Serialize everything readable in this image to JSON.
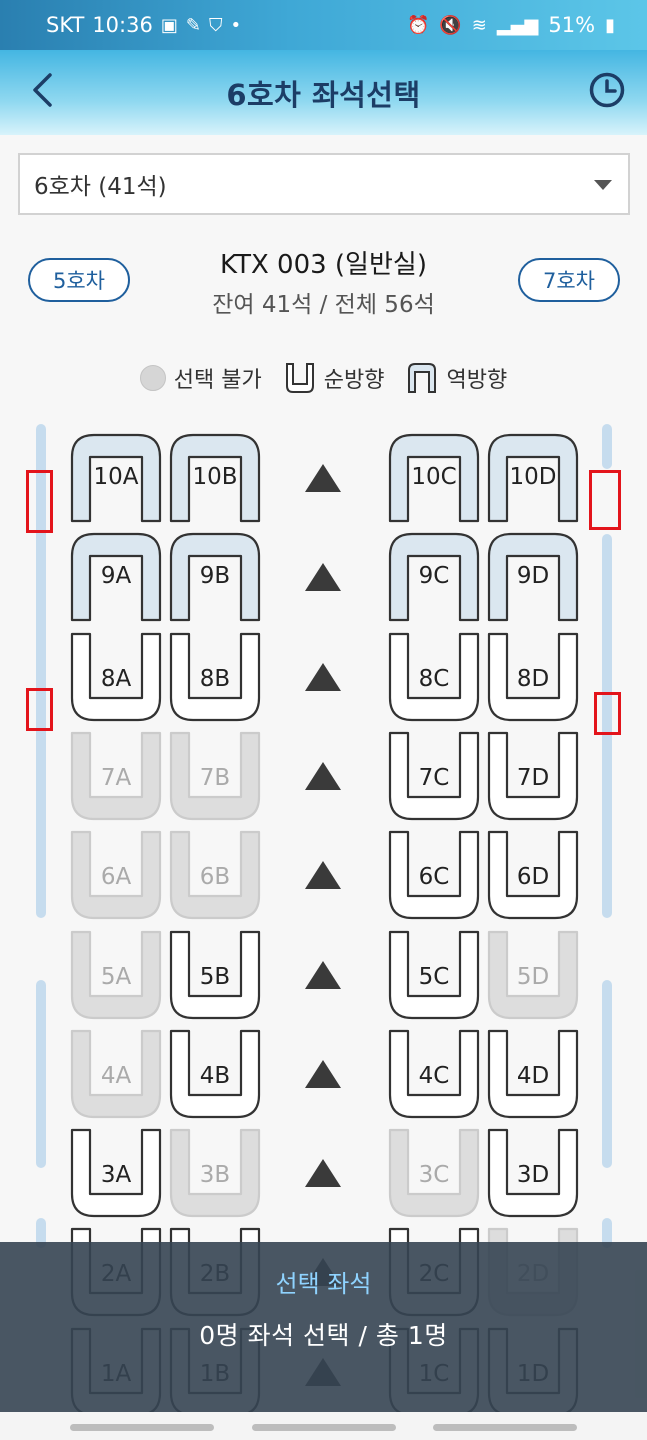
{
  "status_bar": {
    "carrier": "SKT",
    "time": "10:36",
    "battery": "51%"
  },
  "header": {
    "title": "6호차 좌석선택",
    "back_icon": "chevron-left-icon",
    "history_icon": "clock-icon"
  },
  "car_select": {
    "value": "6호차 (41석)"
  },
  "train": {
    "prev_car": "5호차",
    "next_car": "7호차",
    "name": "KTX 003 (일반실)",
    "seats": "잔여 41석 / 전체 56석"
  },
  "legend": {
    "unavailable": "선택 불가",
    "forward": "순방향",
    "reverse": "역방향"
  },
  "colors": {
    "reverse_fill": "#dbe7f0",
    "available_fill": "#ffffff",
    "unavailable_fill": "#dddddd",
    "window_marker": "#e3141b",
    "accent": "#1f5f9d"
  },
  "rows": [
    {
      "seats": [
        {
          "id": "10A",
          "state": "reverse"
        },
        {
          "id": "10B",
          "state": "reverse"
        },
        {
          "id": "10C",
          "state": "reverse"
        },
        {
          "id": "10D",
          "state": "reverse"
        }
      ]
    },
    {
      "seats": [
        {
          "id": "9A",
          "state": "reverse"
        },
        {
          "id": "9B",
          "state": "reverse"
        },
        {
          "id": "9C",
          "state": "reverse"
        },
        {
          "id": "9D",
          "state": "reverse"
        }
      ]
    },
    {
      "seats": [
        {
          "id": "8A",
          "state": "forward"
        },
        {
          "id": "8B",
          "state": "forward"
        },
        {
          "id": "8C",
          "state": "forward"
        },
        {
          "id": "8D",
          "state": "forward"
        }
      ]
    },
    {
      "seats": [
        {
          "id": "7A",
          "state": "unavailable"
        },
        {
          "id": "7B",
          "state": "unavailable"
        },
        {
          "id": "7C",
          "state": "forward"
        },
        {
          "id": "7D",
          "state": "forward"
        }
      ]
    },
    {
      "seats": [
        {
          "id": "6A",
          "state": "unavailable"
        },
        {
          "id": "6B",
          "state": "unavailable"
        },
        {
          "id": "6C",
          "state": "forward"
        },
        {
          "id": "6D",
          "state": "forward"
        }
      ]
    },
    {
      "seats": [
        {
          "id": "5A",
          "state": "unavailable"
        },
        {
          "id": "5B",
          "state": "forward"
        },
        {
          "id": "5C",
          "state": "forward"
        },
        {
          "id": "5D",
          "state": "unavailable"
        }
      ]
    },
    {
      "seats": [
        {
          "id": "4A",
          "state": "unavailable"
        },
        {
          "id": "4B",
          "state": "forward"
        },
        {
          "id": "4C",
          "state": "forward"
        },
        {
          "id": "4D",
          "state": "forward"
        }
      ]
    },
    {
      "seats": [
        {
          "id": "3A",
          "state": "forward"
        },
        {
          "id": "3B",
          "state": "unavailable"
        },
        {
          "id": "3C",
          "state": "unavailable"
        },
        {
          "id": "3D",
          "state": "forward"
        }
      ]
    },
    {
      "seats": [
        {
          "id": "2A",
          "state": "forward"
        },
        {
          "id": "2B",
          "state": "forward"
        },
        {
          "id": "2C",
          "state": "forward"
        },
        {
          "id": "2D",
          "state": "unavailable"
        }
      ]
    },
    {
      "seats": [
        {
          "id": "1A",
          "state": "forward"
        },
        {
          "id": "1B",
          "state": "forward"
        },
        {
          "id": "1C",
          "state": "forward"
        },
        {
          "id": "1D",
          "state": "forward"
        }
      ]
    }
  ],
  "selection": {
    "title": "선택 좌석",
    "summary": "0명 좌석 선택 / 총 1명"
  }
}
